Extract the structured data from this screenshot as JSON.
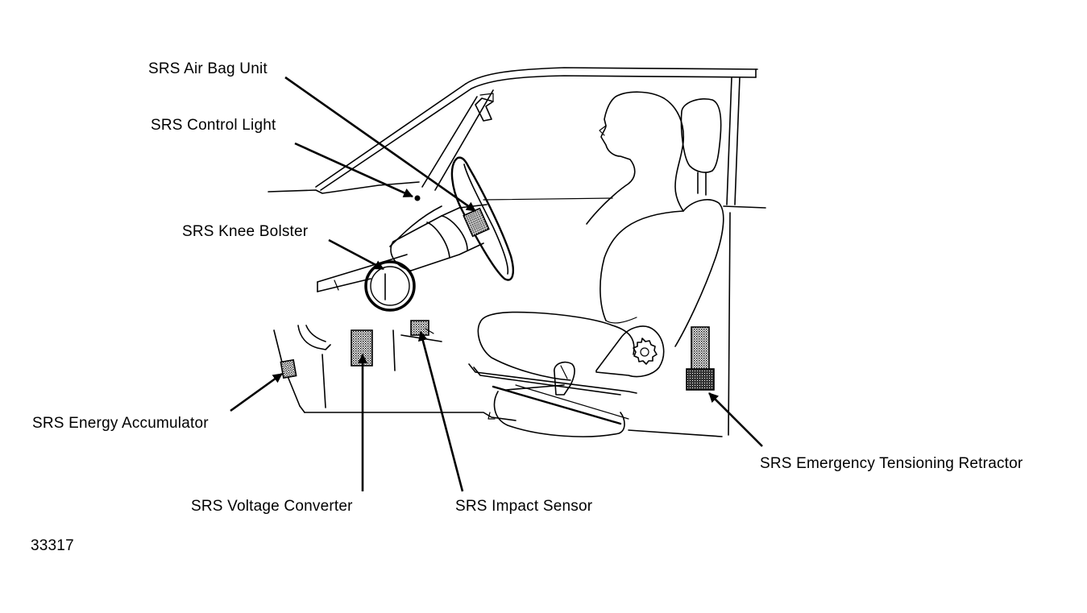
{
  "labels": {
    "air_bag_unit": "SRS Air Bag Unit",
    "control_light": "SRS Control Light",
    "knee_bolster": "SRS Knee Bolster",
    "energy_accumulator": "SRS Energy Accumulator",
    "voltage_converter": "SRS Voltage Converter",
    "impact_sensor": "SRS Impact Sensor",
    "emergency_tensioning_retractor": "SRS Emergency Tensioning Retractor"
  },
  "figure_number": "33317",
  "colors": {
    "ink": "#000000",
    "background": "#ffffff"
  }
}
